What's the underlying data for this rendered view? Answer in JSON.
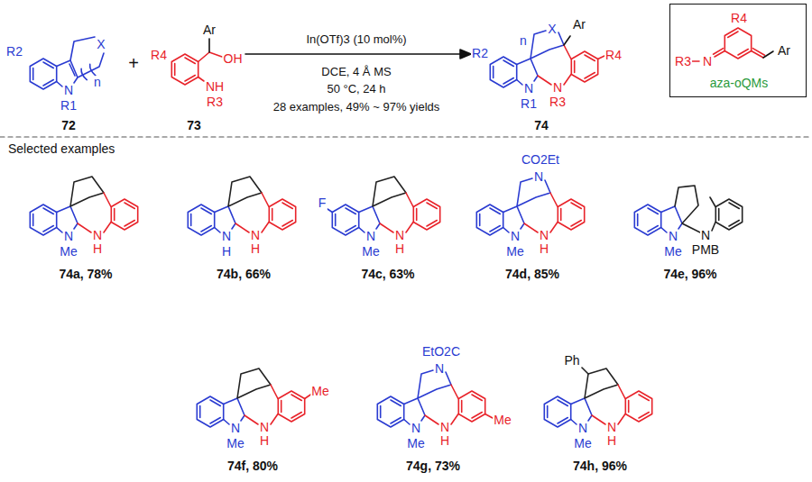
{
  "diagram": {
    "nodes": [
      {
        "text": [
          "R4",
          "R3",
          "N",
          "Ar",
          "aza-oQMs"
        ]
      }
    ],
    "labels": [
      "R2",
      "N",
      "R1",
      "X",
      "n",
      "72",
      "R4",
      "Ar",
      "OH",
      "NH",
      "R3",
      "73",
      "+",
      "In(OTf)3 (10 mol%)",
      "DCE, 4 Å MS",
      "50 °C, 24 h",
      "28 examples, 49% ~ 97% yields",
      "R2",
      "N",
      "R1",
      "X",
      "n",
      "Ar",
      "N",
      "R3",
      "R4",
      "74",
      "Selected examples",
      "N",
      "Me",
      "N",
      "H",
      "74a, 78%",
      "N",
      "H",
      "N",
      "H",
      "74b, 66%",
      "F",
      "N",
      "Me",
      "N",
      "H",
      "74c, 63%",
      "N",
      "CO2Et",
      "N",
      "Me",
      "N",
      "H",
      "74d, 85%",
      "N",
      "Me",
      "N",
      "PMB",
      "74e, 96%",
      "N",
      "Me",
      "N",
      "H",
      "Me",
      "74f, 80%",
      "EtO2C",
      "N",
      "N",
      "Me",
      "N",
      "H",
      "Me",
      "74g, 73%",
      "Ph",
      "N",
      "Me",
      "N",
      "H",
      "74h, 96%"
    ]
  }
}
